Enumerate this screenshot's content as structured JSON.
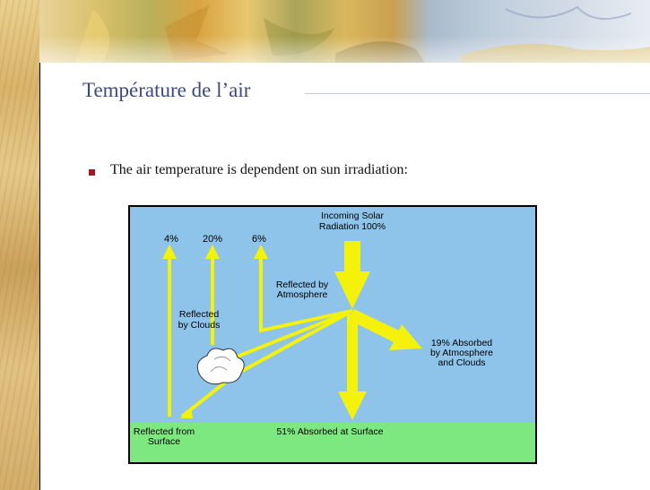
{
  "slide": {
    "title": "Température de l’air",
    "bullet": "The air temperature is dependent on sun irradiation:"
  },
  "diagram": {
    "incoming_line1": "Incoming Solar",
    "incoming_line2": "Radiation 100%",
    "pct_left": "4%",
    "pct_mid": "20%",
    "pct_right": "6%",
    "reflected_atm_line1": "Reflected by",
    "reflected_atm_line2": "Atmosphere",
    "reflected_clouds_line1": "Reflected",
    "reflected_clouds_line2": "by Clouds",
    "absorbed_atm_line1": "19% Absorbed",
    "absorbed_atm_line2": "by Atmosphere",
    "absorbed_atm_line3": "and Clouds",
    "reflected_surface_line1": "Reflected from",
    "reflected_surface_line2": "Surface",
    "absorbed_surface": "51% Absorbed at Surface"
  },
  "colors": {
    "sky": "#8ec3ea",
    "ground": "#7ee880",
    "arrow": "#f4f20a",
    "title": "#3b4a7c",
    "bullet": "#b01020"
  }
}
